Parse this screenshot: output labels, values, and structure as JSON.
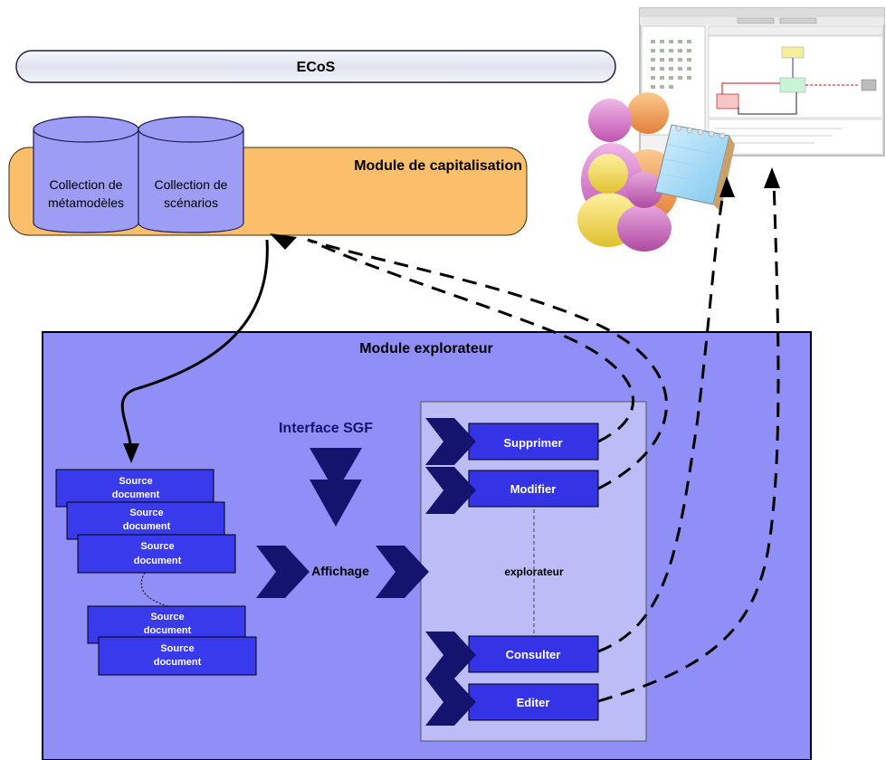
{
  "title_bar": {
    "label": "ECoS"
  },
  "capitalisation": {
    "title": "Module de capitalisation",
    "collections": [
      {
        "label_line1": "Collection de",
        "label_line2": "métamodèles"
      },
      {
        "label_line1": "Collection de",
        "label_line2": "scénarios"
      }
    ]
  },
  "explorer_module": {
    "title": "Module explorateur",
    "interface_label": "Interface SGF",
    "display_label": "Affichage",
    "explorer_label": "explorateur",
    "documents": [
      {
        "line1": "Source",
        "line2": "document"
      },
      {
        "line1": "Source",
        "line2": "document"
      },
      {
        "line1": "Source",
        "line2": "document"
      },
      {
        "line1": "Source",
        "line2": "document"
      },
      {
        "line1": "Source",
        "line2": "document"
      }
    ],
    "actions": [
      {
        "label": "Supprimer"
      },
      {
        "label": "Modifier"
      },
      {
        "label": "Consulter"
      },
      {
        "label": "Editer"
      }
    ]
  },
  "colors": {
    "explorer_bg": "#8f8ff7",
    "explorer_panel": "#bcbcf7",
    "action_button": "#3434e6",
    "document": "#3a3aed",
    "capitalisation_bg": "#fbbf6b",
    "cylinder": "#9d9df5",
    "arrow_navy": "#14146e"
  }
}
